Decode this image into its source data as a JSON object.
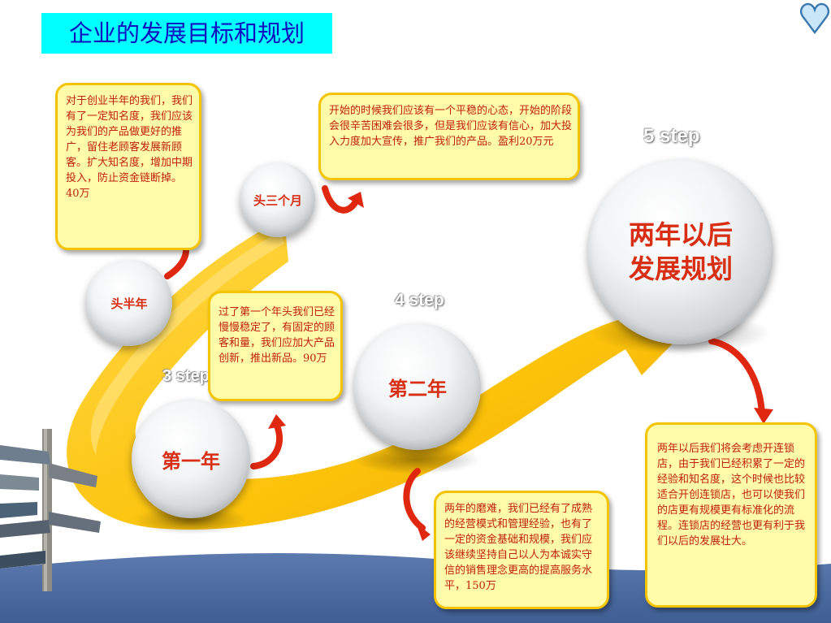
{
  "title": "企业的发展目标和规划",
  "colors": {
    "title_bg": "#00FFFF",
    "title_text": "#1010C0",
    "arrow": "#FCC30A",
    "box_fill": "#FFFBA8",
    "box_border": "#F5C400",
    "text_red": "#C0200F",
    "curl_red": "#E02810"
  },
  "icons": [
    "heart-icon",
    "signpost-icon",
    "curl-arrow-icon"
  ],
  "steps": [
    "3 step",
    "4 step",
    "5 step"
  ],
  "nodes": {
    "first_three_months": "头三个月",
    "first_half_year": "头半年",
    "first_year": "第一年",
    "second_year": "第二年",
    "after_two_years_l1": "两年以后",
    "after_two_years_l2": "发展规划"
  },
  "notes": {
    "three_months": "开始的时候我们应该有一个平稳的心态，开始的阶段会很辛苦困难会很多，但是我们应该有信心，加大投入力度加大宣传，推广我们的产品。盈利20万元",
    "half_year": "对于创业半年的我们，我们有了一定知名度，我们应该为我们的产品做更好的推广，留住老顾客发展新顾客。扩大知名度，增加中期投入，防止资金链断掉。40万",
    "first_year": "过了第一个年头我们已经慢慢稳定了，有固定的顾客和量，我们应加大产品创新，推出新品。90万",
    "second_year": "两年的磨难，我们已经有了成熟的经营模式和管理经验，也有了一定的资金基础和规模，我们应该继续坚持自己以人为本诚实守信的销售理念更高的提高服务水平，150万",
    "after_two_years": "两年以后我们将会考虑开连锁店，由于我们已经积累了一定的经验和知名度，这个时候也比较适合开创连锁店，也可以使我们的店更有规模更有标准化的流程。连锁店的经营也更有利于我们以后的发展壮大。"
  }
}
